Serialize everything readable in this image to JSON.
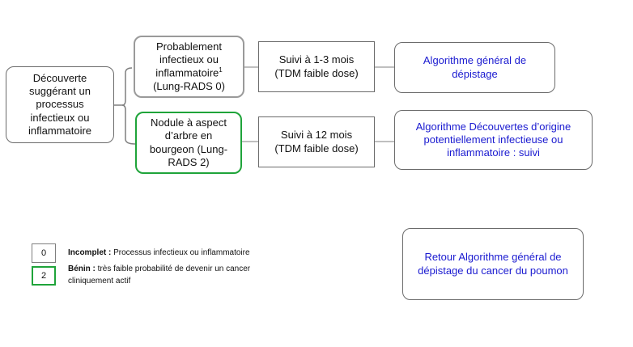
{
  "origin": {
    "text": "Découverte suggérant un processus infectieux ou inflammatoire"
  },
  "branch_top": {
    "category_pre": "Probablement infectieux ou inflammatoire",
    "category_sup": "1",
    "category_post": "(Lung-RADS 0)",
    "followup": "Suivi à 1-3 mois (TDM faible dose)",
    "link": "Algorithme général de dépistage"
  },
  "branch_bottom": {
    "category": "Nodule à aspect d’arbre en bourgeon (Lung-RADS 2)",
    "followup": "Suivi à 12 mois (TDM faible dose)",
    "link": "Algorithme Découvertes d’origine potentiellement infectieuse ou inflammatoire : suivi"
  },
  "legend": [
    {
      "key": "0",
      "label": "Incomplet :",
      "text": "Processus infectieux ou inflammatoire",
      "color": "#9a9a9a"
    },
    {
      "key": "2",
      "label": "Bénin :",
      "text": "très faible probabilité de devenir un cancer cliniquement actif",
      "color": "#1fa43a"
    }
  ],
  "return_link": {
    "text": "Retour Algorithme général de dépistage du cancer du poumon"
  },
  "colors": {
    "link_blue": "#1a1ad0",
    "green_border": "#1fa43a",
    "gray_border": "#9a9a9a"
  }
}
